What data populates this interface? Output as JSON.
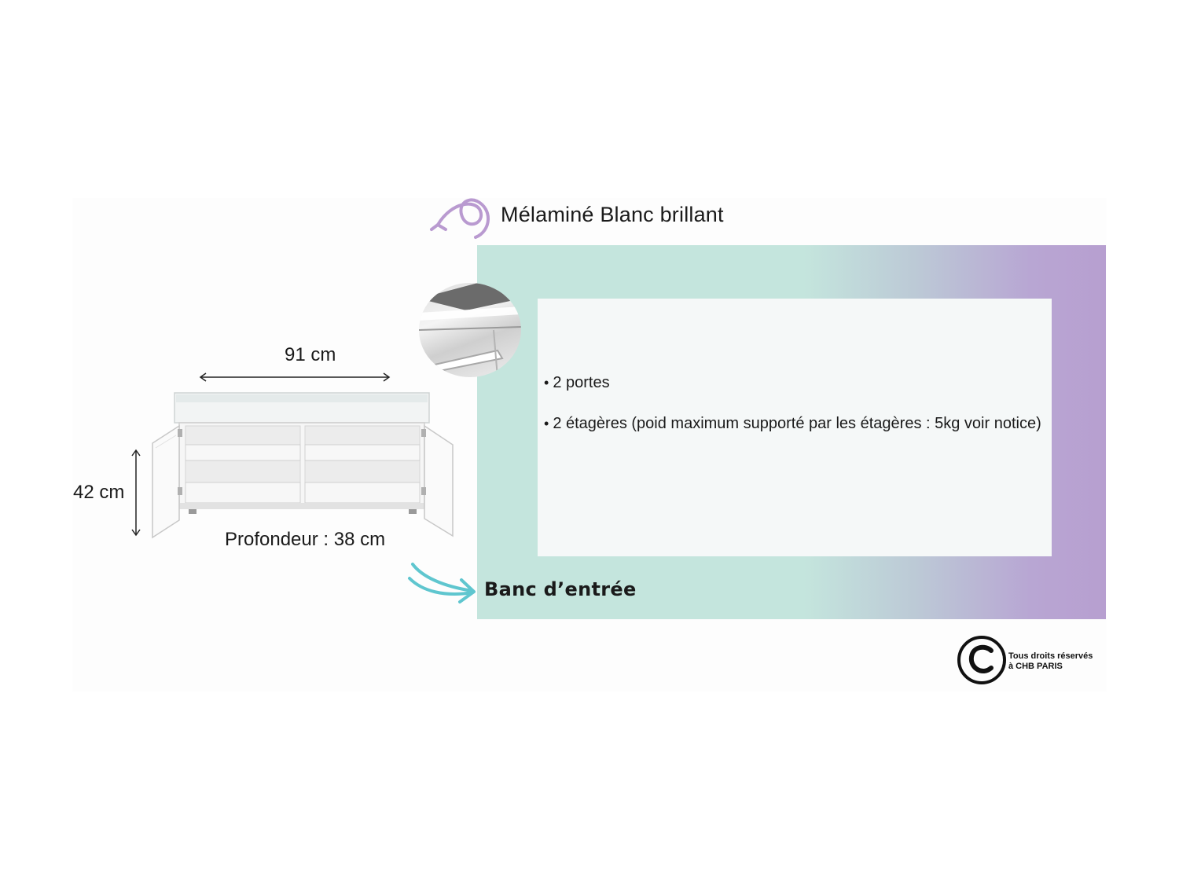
{
  "material": {
    "title": "Mélaminé Blanc brillant"
  },
  "features": [
    {
      "text": "2 portes"
    },
    {
      "text": "2 étagères (poid maximum supporté par les étagères : 5kg voir notice)"
    }
  ],
  "category": "Banc d’entrée",
  "dimensions": {
    "width": "91 cm",
    "height": "42 cm",
    "depth": "Profondeur : 38 cm"
  },
  "copyright": {
    "line1": "Tous droits réservés",
    "line2": "à CHB PARIS"
  },
  "colors": {
    "teal": "#c4e5dd",
    "lavender": "#b79fd0",
    "swirl": "#b99ad0",
    "arrow": "#5fc6cf"
  },
  "icons": [
    "swirl-arrow-icon",
    "curved-arrow-icon",
    "copyright-icon"
  ]
}
